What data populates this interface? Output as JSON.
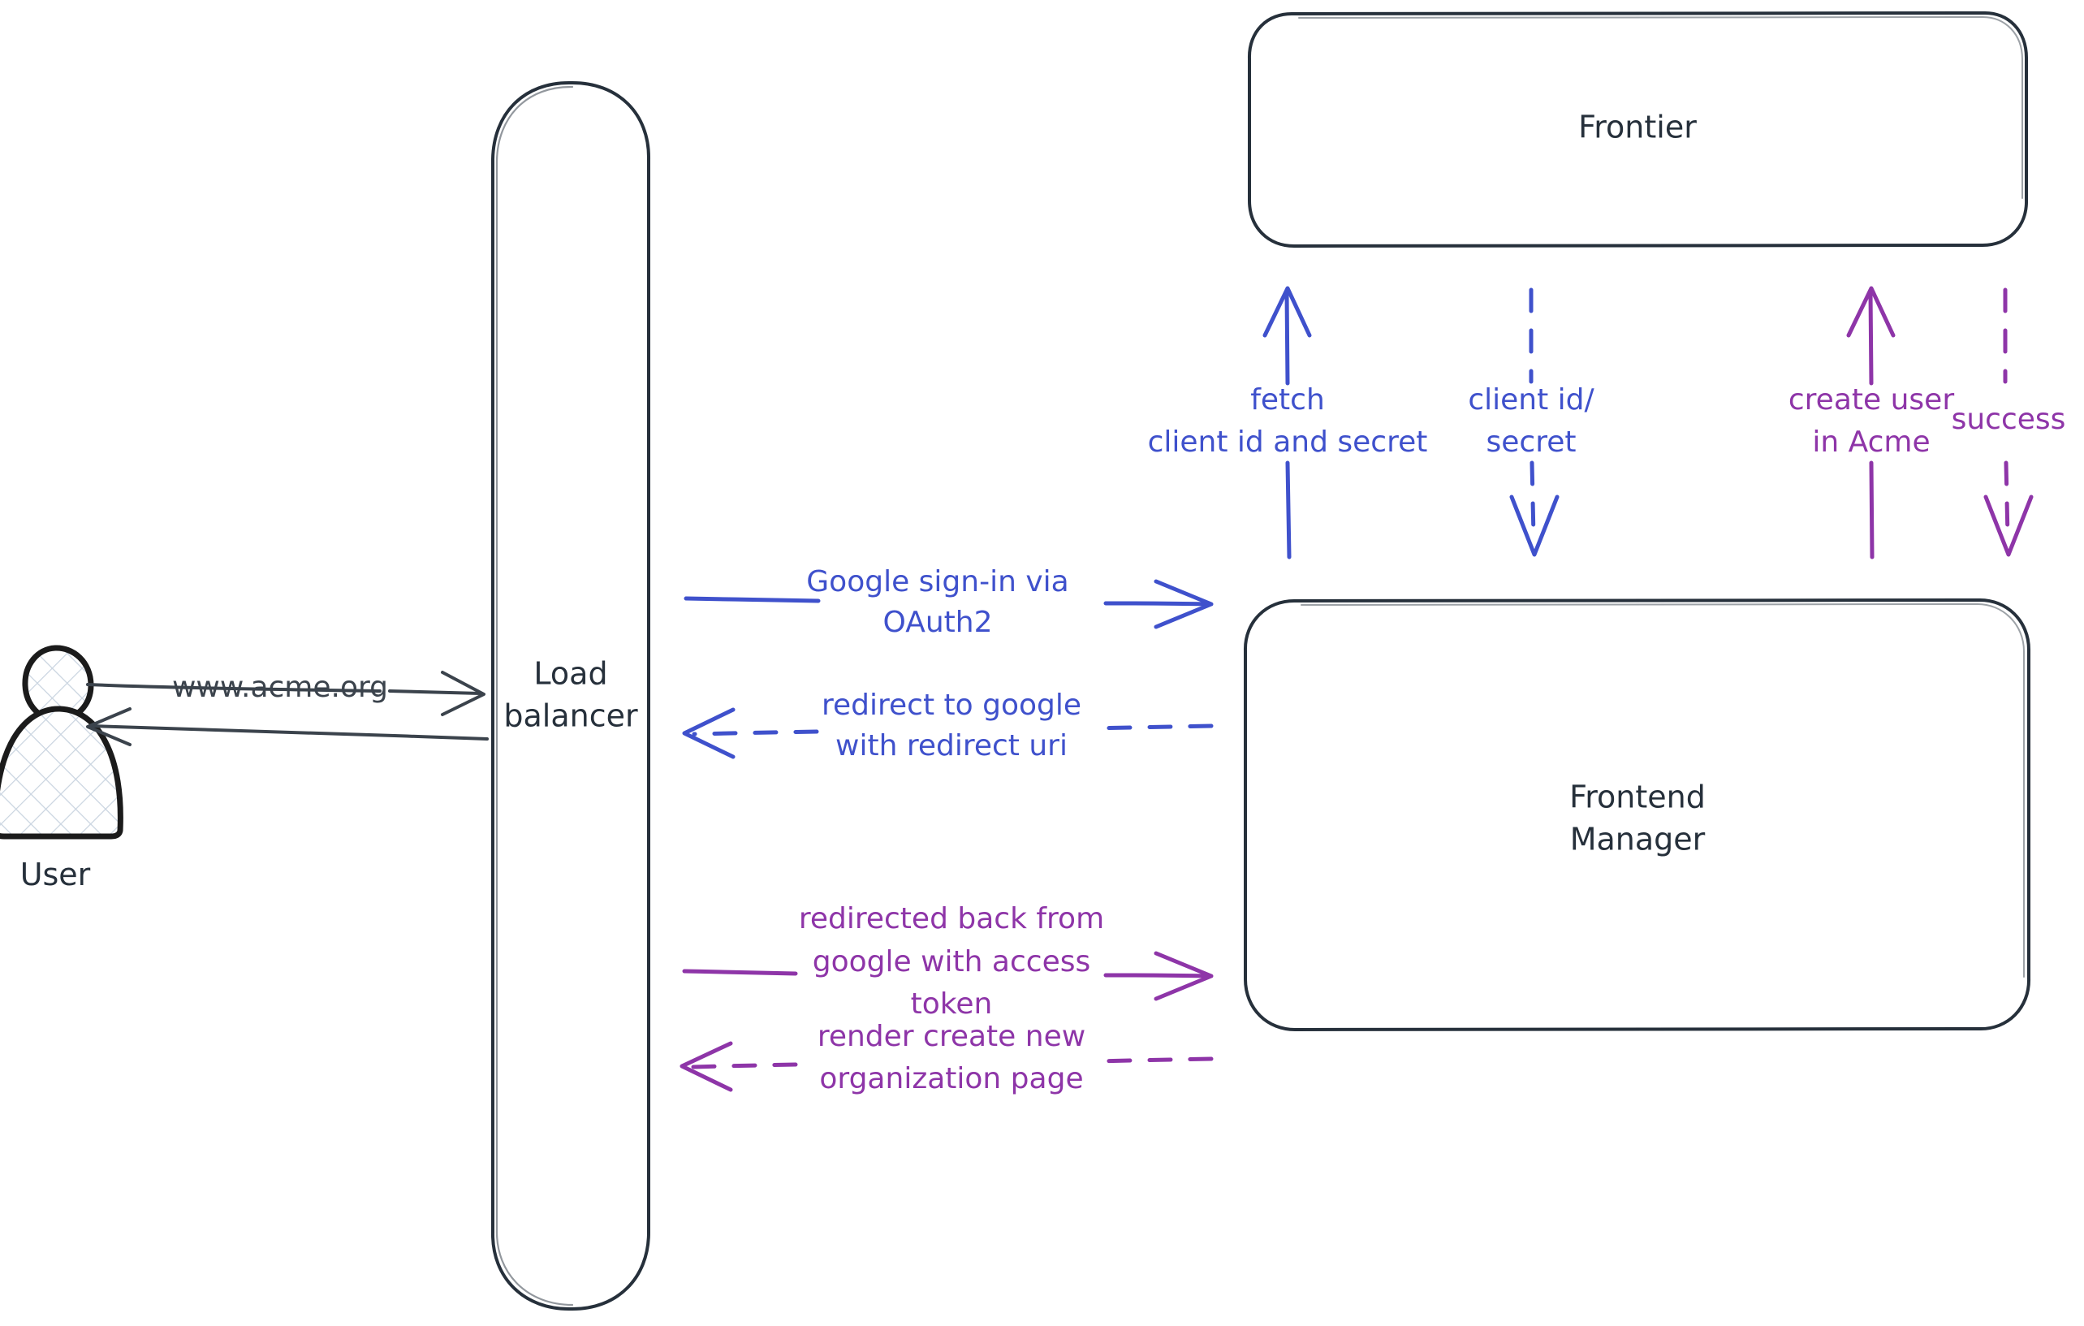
{
  "diagram": {
    "title": "OAuth2 sign-in sequence diagram",
    "style": "hand-drawn",
    "colors": {
      "blue": "#3f51cc",
      "purple": "#8e35a8",
      "dark": "#26303b",
      "background": "#ffffff"
    }
  },
  "actors": {
    "user": {
      "label": "User",
      "icon": "person-icon"
    }
  },
  "nodes": {
    "load_balancer": {
      "label_line1": "Load",
      "label_line2": "balancer"
    },
    "frontier": {
      "label": "Frontier"
    },
    "frontend_manager": {
      "label_line1": "Frontend",
      "label_line2": "Manager"
    }
  },
  "edges": {
    "user_to_lb": {
      "label": "www.acme.org",
      "color": "#3b434c",
      "style": "solid",
      "direction": "right"
    },
    "lb_to_user": {
      "label": "",
      "color": "#3b434c",
      "style": "solid",
      "direction": "left"
    },
    "lb_to_fm_signin": {
      "label_line1": "Google sign-in via",
      "label_line2": "OAuth2",
      "color": "#3f51cc",
      "style": "solid",
      "direction": "right"
    },
    "fm_to_lb_redirect": {
      "label_line1": "redirect to google",
      "label_line2": "with redirect uri",
      "color": "#3f51cc",
      "style": "dashed",
      "direction": "left"
    },
    "lb_to_fm_token": {
      "label_line1": "redirected back from",
      "label_line2": "google with access",
      "label_line3": "token",
      "color": "#8e35a8",
      "style": "solid",
      "direction": "right"
    },
    "fm_to_lb_render": {
      "label_line1": "render create new",
      "label_line2": "organization page",
      "color": "#8e35a8",
      "style": "dashed",
      "direction": "left"
    },
    "fm_to_frontier_fetch": {
      "label_line1": "fetch",
      "label_line2": "client id and secret",
      "color": "#3f51cc",
      "style": "solid",
      "direction": "up"
    },
    "frontier_to_fm_creds": {
      "label_line1": "client id/",
      "label_line2": "secret",
      "color": "#3f51cc",
      "style": "dashed",
      "direction": "down"
    },
    "fm_to_frontier_createuser": {
      "label_line1": "create user",
      "label_line2": "in Acme",
      "color": "#8e35a8",
      "style": "solid",
      "direction": "up"
    },
    "frontier_to_fm_success": {
      "label": "success",
      "color": "#8e35a8",
      "style": "dashed",
      "direction": "down"
    }
  }
}
